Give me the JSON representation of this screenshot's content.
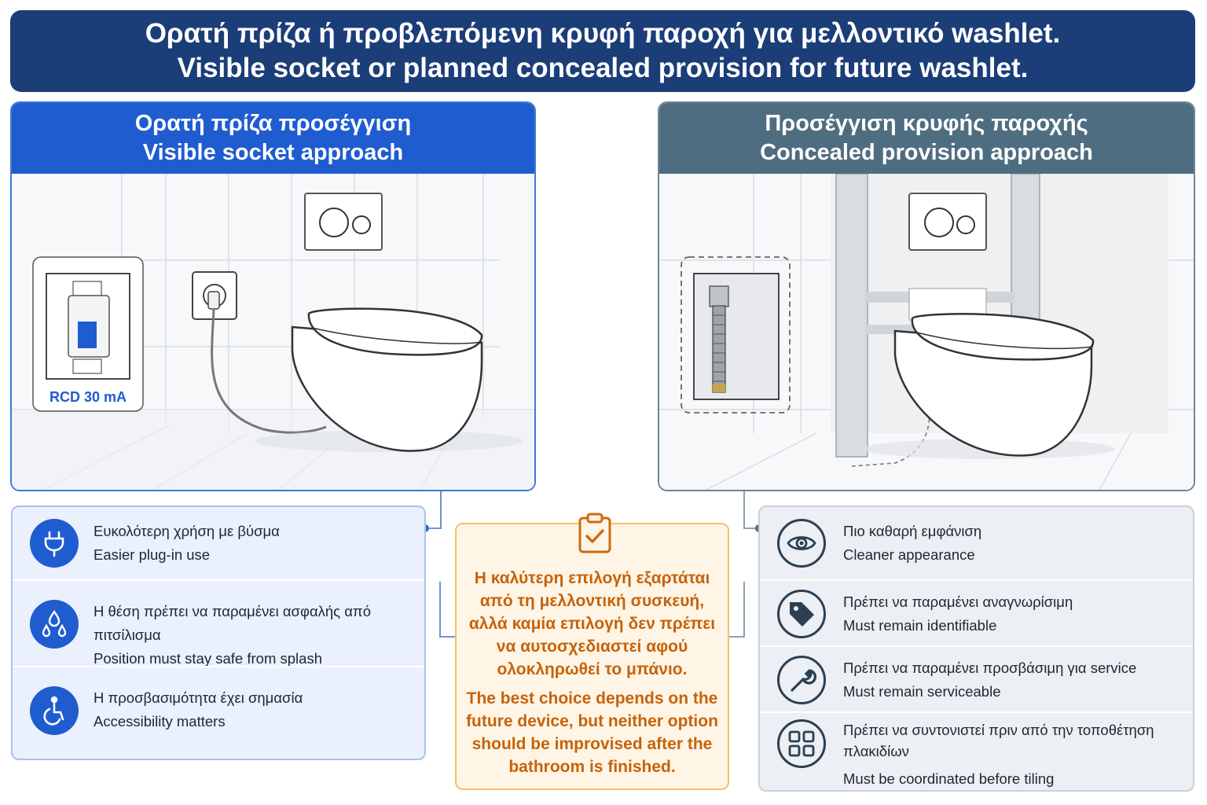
{
  "title": {
    "line_el": "Ορατή πρίζα ή προβλεπόμενη κρυφή παροχή για μελλοντικό washlet.",
    "line_en": "Visible socket or planned concealed provision for future washlet."
  },
  "left_panel": {
    "heading_el": "Ορατή πρίζα προσέγγιση",
    "heading_en": "Visible socket approach",
    "rcd_label": "RCD 30 mA"
  },
  "right_panel": {
    "heading_el": "Προσέγγιση κρυφής παροχής",
    "heading_en": "Concealed provision approach"
  },
  "left_items": [
    {
      "icon": "plug-icon",
      "el": "Ευκολότερη χρήση με βύσμα",
      "en": "Easier plug-in use"
    },
    {
      "icon": "water-drops-icon",
      "el": "Η θέση πρέπει να παραμένει ασφαλής από πιτσίλισμα",
      "en": "Position must stay safe from splash"
    },
    {
      "icon": "accessibility-icon",
      "el": "Η προσβασιμότητα έχει σημασία",
      "en": "Accessibility matters"
    }
  ],
  "right_items": [
    {
      "icon": "eye-icon",
      "el": "Πιο καθαρή εμφάνιση",
      "en": "Cleaner appearance"
    },
    {
      "icon": "tag-icon",
      "el": "Πρέπει να παραμένει αναγνωρίσιμη",
      "en": "Must remain identifiable"
    },
    {
      "icon": "wrench-icon",
      "el": "Πρέπει να παραμένει προσβάσιμη για service",
      "en": "Must remain serviceable"
    },
    {
      "icon": "grid-icon",
      "el": "Πρέπει να συντονιστεί πριν από την τοποθέτηση πλακιδίων",
      "en": "Must be coordinated before tiling"
    }
  ],
  "conclusion": {
    "icon": "clipboard-check-icon",
    "el": "Η καλύτερη επιλογή εξαρτάται από τη μελλοντική συσκευή, αλλά καμία επιλογή δεν πρέπει να αυτοσχεδιαστεί αφού ολοκληρωθεί το μπάνιο.",
    "en": "The best choice depends on the future device, but neither option should be improvised after the bathroom is finished."
  },
  "colors": {
    "title_bg": "#1b3d78",
    "left_accent": "#1f5cd0",
    "right_accent": "#4f6d80",
    "conclusion_text": "#c7620a"
  }
}
